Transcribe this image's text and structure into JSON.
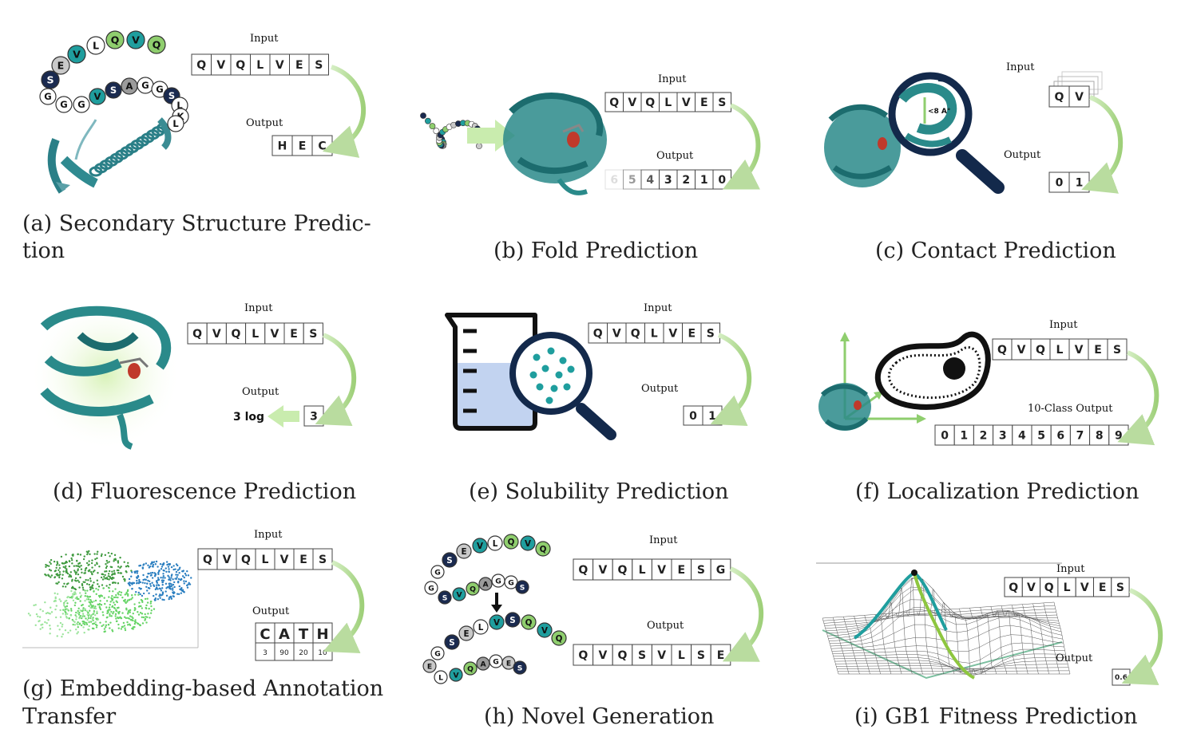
{
  "colors": {
    "teal": "#1f8a8a",
    "dark": "#13294b",
    "lightgreen": "#8fce6e",
    "arrow": "#a8d48a"
  },
  "labels": {
    "input": "Input",
    "output": "Output",
    "output10": "10-Class Output",
    "angstrom": "<8 A°"
  },
  "panels": [
    {
      "id": "a",
      "caption_line1": "(a) Secondary Structure Predic-",
      "caption_line2": "tion",
      "input": [
        "Q",
        "V",
        "Q",
        "L",
        "V",
        "E",
        "S"
      ],
      "output": [
        "H",
        "E",
        "C"
      ],
      "helix": [
        "S",
        "E",
        "V",
        "L",
        "Q",
        "V",
        "Q"
      ],
      "coil": [
        "G",
        "G",
        "G",
        "V",
        "S",
        "A",
        "G",
        "G",
        "S",
        "L",
        "K",
        "L"
      ]
    },
    {
      "id": "b",
      "caption": "(b) Fold Prediction",
      "input": [
        "Q",
        "V",
        "Q",
        "L",
        "V",
        "E",
        "S"
      ],
      "output": [
        "6",
        "5",
        "4",
        "3",
        "2",
        "1",
        "0"
      ]
    },
    {
      "id": "c",
      "caption": "(c) Contact Prediction",
      "input": [
        "Q",
        "V"
      ],
      "output": [
        "0",
        "1"
      ]
    },
    {
      "id": "d",
      "caption": "(d) Fluorescence Prediction",
      "input": [
        "Q",
        "V",
        "Q",
        "L",
        "V",
        "E",
        "S"
      ],
      "output": [
        "3"
      ],
      "output_text": "3 log"
    },
    {
      "id": "e",
      "caption": "(e) Solubility Prediction",
      "input": [
        "Q",
        "V",
        "Q",
        "L",
        "V",
        "E",
        "S"
      ],
      "output": [
        "0",
        "1"
      ]
    },
    {
      "id": "f",
      "caption": "(f) Localization Prediction",
      "input": [
        "Q",
        "V",
        "Q",
        "L",
        "V",
        "E",
        "S"
      ],
      "output": [
        "0",
        "1",
        "2",
        "3",
        "4",
        "5",
        "6",
        "7",
        "8",
        "9"
      ]
    },
    {
      "id": "g",
      "caption_line1": "(g) Embedding-based Annotation",
      "caption_line2": "Transfer",
      "input": [
        "Q",
        "V",
        "Q",
        "L",
        "V",
        "E",
        "S"
      ],
      "output": [
        "C",
        "A",
        "T",
        "H"
      ],
      "output_sub": [
        "3",
        "90",
        "20",
        "10"
      ]
    },
    {
      "id": "h",
      "caption": "(h) Novel Generation",
      "input": [
        "Q",
        "V",
        "Q",
        "L",
        "V",
        "E",
        "S",
        "G"
      ],
      "output": [
        "Q",
        "V",
        "Q",
        "S",
        "V",
        "L",
        "S",
        "E"
      ],
      "chain1a": [
        "S",
        "E",
        "V",
        "L",
        "Q",
        "V",
        "Q"
      ],
      "chain1b": [
        "G",
        "G",
        "S",
        "V",
        "Q",
        "A",
        "G",
        "G",
        "S"
      ],
      "chain2a": [
        "S",
        "E",
        "L",
        "V",
        "S",
        "Q",
        "V",
        "Q"
      ],
      "chain2b": [
        "G",
        "E",
        "L",
        "V",
        "Q",
        "A",
        "G",
        "E",
        "S"
      ]
    },
    {
      "id": "i",
      "caption": "(i) GB1 Fitness Prediction",
      "input": [
        "Q",
        "V",
        "Q",
        "L",
        "V",
        "E",
        "S"
      ],
      "output": [
        "0.6"
      ]
    }
  ]
}
